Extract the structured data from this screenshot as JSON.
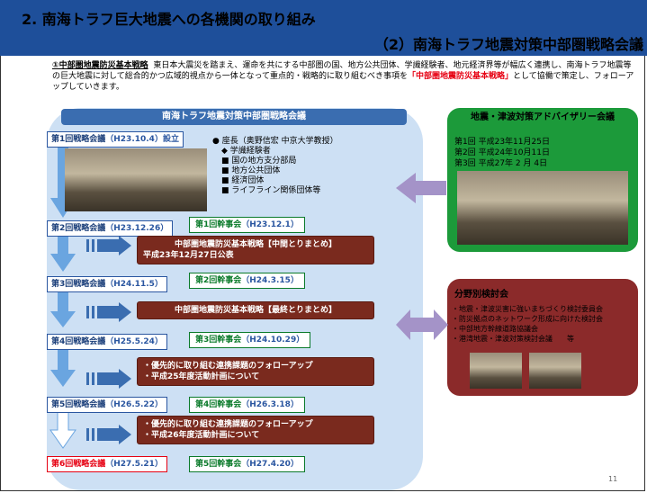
{
  "title": {
    "main": "2. 南海トラフ巨大地震への各機関の取り組み",
    "sub": "（2）南海トラフ地震対策中部圏戦略会議"
  },
  "intro": {
    "heading": "①中部圏地震防災基本戦略",
    "text1": "東日本大震災を踏まえ、運命を共にする中部圏の国、地方公共団体、学識経験者、地元経済界等が幅広く連携し、南海トラフ地震等の巨大地震に対して総合的かつ広域的視点から一体となって重点的・戦略的に取り組むべき事項を",
    "highlight": "「中部圏地震防災基本戦略」",
    "text2": "として協働で策定し、フォローアップしていきます。"
  },
  "panel": {
    "header": "南海トラフ地震対策中部圏戦略会議",
    "members": [
      "座長（奥野信宏 中京大学教授）",
      "学識経験者",
      "国の地方支分部局",
      "地方公共団体",
      "経済団体",
      "ライフライン関係団体等"
    ],
    "meetings": [
      {
        "label": "第1回戦略会議",
        "date": "（H23.10.4）設立"
      },
      {
        "label": "第2回戦略会議",
        "date": "（H23.12.26）"
      },
      {
        "label": "第3回戦略会議",
        "date": "（H24.11.5）"
      },
      {
        "label": "第4回戦略会議",
        "date": "（H25.5.24）"
      },
      {
        "label": "第5回戦略会議",
        "date": "（H26.5.22）"
      },
      {
        "label": "第6回戦略会議",
        "date": "（H27.5.21）"
      }
    ],
    "kanjikai": [
      {
        "label": "第1回幹事会",
        "date": "（H23.12.1）"
      },
      {
        "label": "第2回幹事会",
        "date": "（H24.3.15）"
      },
      {
        "label": "第3回幹事会",
        "date": "（H24.10.29）"
      },
      {
        "label": "第4回幹事会",
        "date": "（H26.3.18）"
      },
      {
        "label": "第5回幹事会",
        "date": "（H27.4.20）"
      }
    ],
    "results": [
      {
        "line1": "中部圏地震防災基本戦略【中間とりまとめ】",
        "line2": "平成23年12月27日公表"
      },
      {
        "line1": "中部圏地震防災基本戦略【最終とりまとめ】",
        "line2": ""
      },
      {
        "line1": "・優先的に取り組む連携課題のフォローアップ",
        "line2": "・平成25年度活動計画について"
      },
      {
        "line1": "・優先的に取り組む連携課題のフォローアップ",
        "line2": "・平成26年度活動計画について"
      }
    ]
  },
  "advisory": {
    "title": "地震・津波対策アドバイザリー会議",
    "items": [
      "第1回 平成23年11月25日",
      "第2回 平成24年10月11日",
      "第3回 平成27年 2 月 4日"
    ]
  },
  "subcommittee": {
    "title": "分野別検討会",
    "items": [
      "・地震・津波災害に強いまちづくり検討委員会",
      "・防災拠点のネットワーク形成に向けた検討会",
      "・中部地方幹線道路協議会",
      "・港湾地震・津波対策検討会議　　等"
    ]
  },
  "page_number": "11",
  "colors": {
    "title_bar": "#1e4f9a",
    "panel": "#cde0f4",
    "advisory": "#1c9a3a",
    "subcommittee": "#8b2a2a",
    "result": "#7a2a1e",
    "arrow": "#a493c8"
  }
}
